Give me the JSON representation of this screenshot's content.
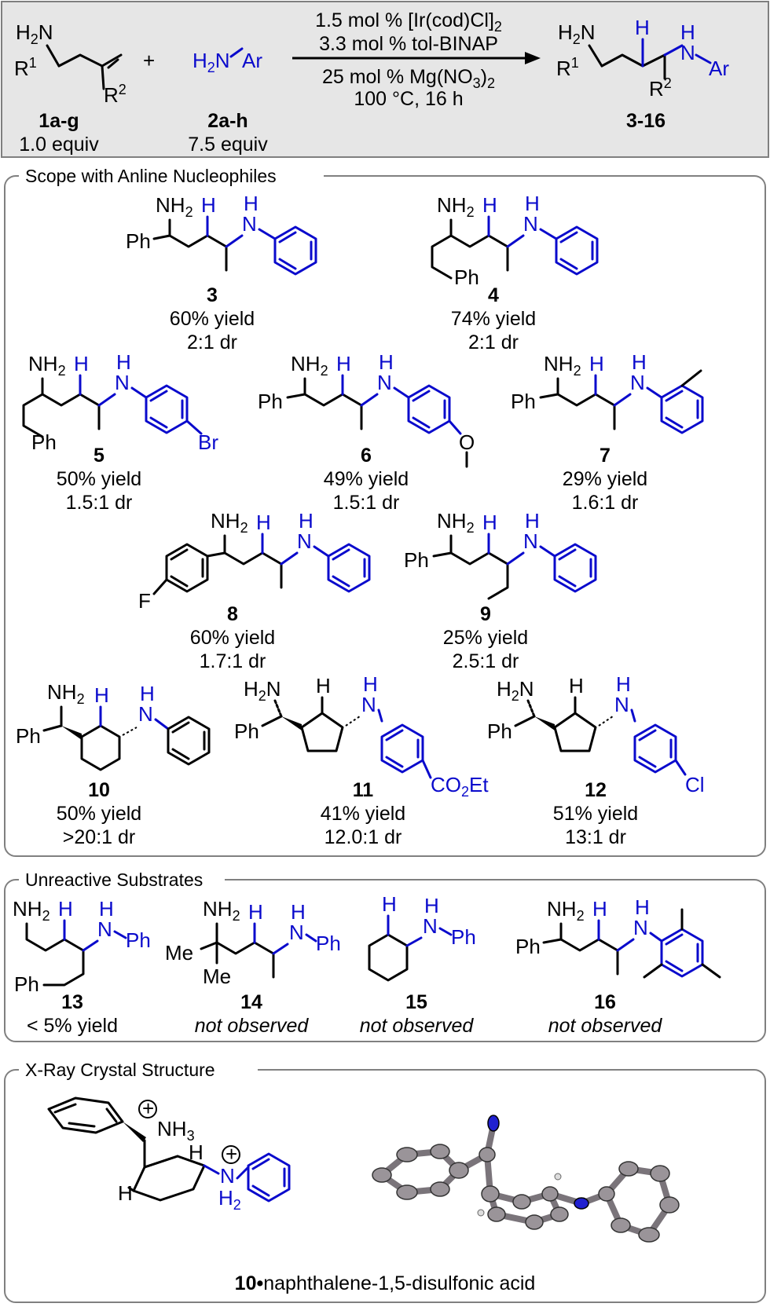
{
  "reaction": {
    "conditions": [
      "1.5 mol % [Ir(cod)Cl]",
      "3.3 mol % tol-BINAP",
      "25 mol % Mg(NO",
      "100 °C, 16 h"
    ],
    "substrate1": {
      "label": "1a-g",
      "equiv": "1.0 equiv"
    },
    "substrate2": {
      "label": "2a-h",
      "equiv": "7.5 equiv"
    },
    "product": {
      "label": "3-16"
    },
    "plus": "+"
  },
  "sections": {
    "scope": "Scope with Anline Nucleophiles",
    "unreactive": "Unreactive Substrates",
    "xray": "X-Ray Crystal Structure"
  },
  "compounds": [
    {
      "id": "3",
      "yield": "60% yield",
      "dr": "2:1 dr"
    },
    {
      "id": "4",
      "yield": "74% yield",
      "dr": "2:1 dr"
    },
    {
      "id": "5",
      "yield": "50% yield",
      "dr": "1.5:1 dr"
    },
    {
      "id": "6",
      "yield": "49% yield",
      "dr": "1.5:1 dr"
    },
    {
      "id": "7",
      "yield": "29% yield",
      "dr": "1.6:1 dr"
    },
    {
      "id": "8",
      "yield": "60% yield",
      "dr": "1.7:1 dr"
    },
    {
      "id": "9",
      "yield": "25% yield",
      "dr": "2.5:1 dr"
    },
    {
      "id": "10",
      "yield": "50% yield",
      "dr": ">20:1 dr"
    },
    {
      "id": "11",
      "yield": "41% yield",
      "dr": "12.0:1 dr"
    },
    {
      "id": "12",
      "yield": "51% yield",
      "dr": "13:1 dr"
    }
  ],
  "unreactive": [
    {
      "id": "13",
      "note": "< 5% yield"
    },
    {
      "id": "14",
      "note": "not observed"
    },
    {
      "id": "15",
      "note": "not observed"
    },
    {
      "id": "16",
      "note": "not observed"
    }
  ],
  "xray_caption": "naphthalene-1,5-disulfonic acid",
  "xray_caption_id": "10",
  "colors": {
    "blue": "#0a0acc",
    "header_bg": "#e6e6e6",
    "frame": "#808080"
  }
}
